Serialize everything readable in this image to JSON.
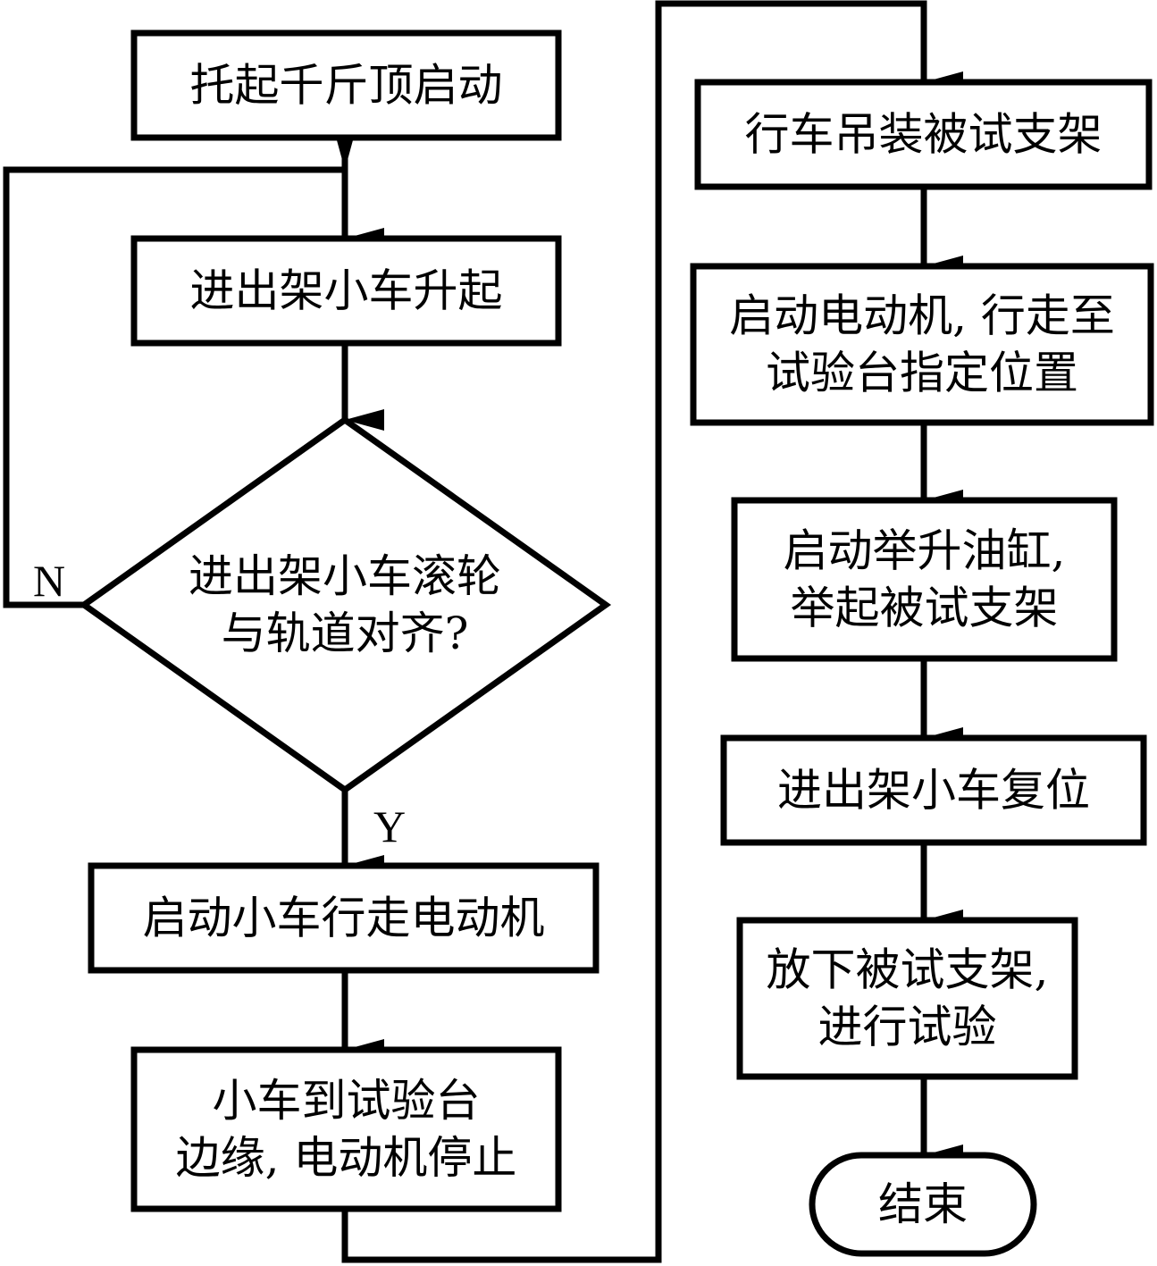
{
  "diagram": {
    "type": "flowchart",
    "colors": {
      "stroke": "#000000",
      "fill": "#ffffff",
      "text": "#000000"
    },
    "nodes": [
      {
        "id": "n1",
        "shape": "process",
        "lines": [
          "托起千斤顶启动"
        ]
      },
      {
        "id": "n2",
        "shape": "process",
        "lines": [
          "进出架小车升起"
        ]
      },
      {
        "id": "n3",
        "shape": "decision",
        "lines": [
          "进出架小车滚轮",
          "与轨道对齐?"
        ]
      },
      {
        "id": "n4",
        "shape": "process",
        "lines": [
          "启动小车行走电动机"
        ]
      },
      {
        "id": "n5",
        "shape": "process",
        "lines": [
          "小车到试验台",
          "边缘, 电动机停止"
        ]
      },
      {
        "id": "n6",
        "shape": "process",
        "lines": [
          "行车吊装被试支架"
        ]
      },
      {
        "id": "n7",
        "shape": "process",
        "lines": [
          "启动电动机, 行走至",
          "试验台指定位置"
        ]
      },
      {
        "id": "n8",
        "shape": "process",
        "lines": [
          "启动举升油缸,",
          "举起被试支架"
        ]
      },
      {
        "id": "n9",
        "shape": "process",
        "lines": [
          "进出架小车复位"
        ]
      },
      {
        "id": "n10",
        "shape": "process",
        "lines": [
          "放下被试支架,",
          "进行试验"
        ]
      },
      {
        "id": "n11",
        "shape": "terminal",
        "lines": [
          "结束"
        ]
      }
    ],
    "edges": [
      {
        "from": "n1",
        "to": "n2",
        "label": ""
      },
      {
        "from": "n2",
        "to": "n3",
        "label": ""
      },
      {
        "from": "n3",
        "to": "n2",
        "label": "N"
      },
      {
        "from": "n3",
        "to": "n4",
        "label": "Y"
      },
      {
        "from": "n4",
        "to": "n5",
        "label": ""
      },
      {
        "from": "n5",
        "to": "n6",
        "label": ""
      },
      {
        "from": "n6",
        "to": "n7",
        "label": ""
      },
      {
        "from": "n7",
        "to": "n8",
        "label": ""
      },
      {
        "from": "n8",
        "to": "n9",
        "label": ""
      },
      {
        "from": "n9",
        "to": "n10",
        "label": ""
      },
      {
        "from": "n10",
        "to": "n11",
        "label": ""
      }
    ]
  }
}
